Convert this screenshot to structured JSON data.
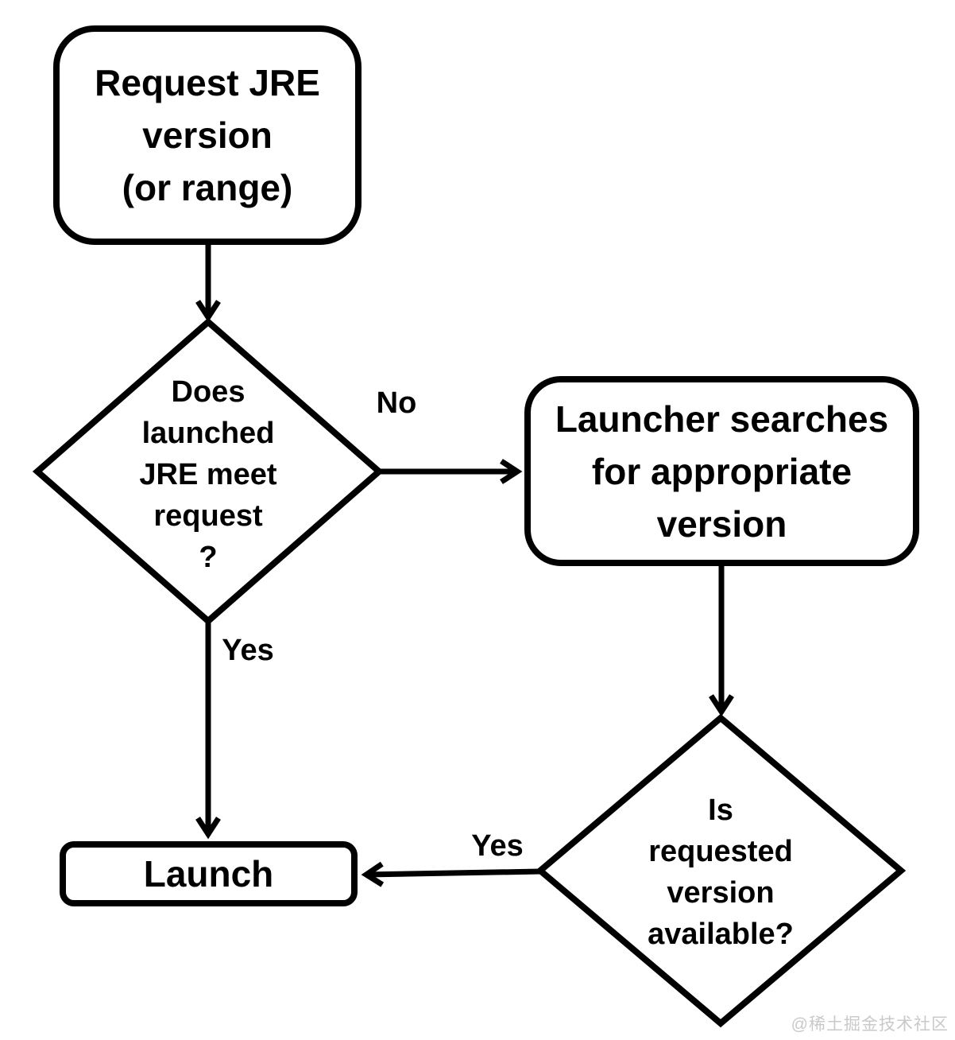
{
  "nodes": {
    "request": {
      "label": "Request JRE\nversion\n(or range)"
    },
    "decision_meet": {
      "label": "Does\nlaunched\nJRE meet\nrequest\n?"
    },
    "search": {
      "label": "Launcher searches\nfor appropriate\nversion"
    },
    "decision_available": {
      "label": "Is\nrequested\nversion\navailable?"
    },
    "launch": {
      "label": "Launch"
    }
  },
  "edges": {
    "no_label": "No",
    "yes_label_meet": "Yes",
    "yes_label_available": "Yes"
  },
  "colors": {
    "line": "#000000",
    "background": "#ffffff",
    "watermark": "#c9c9c9"
  },
  "watermark": "@稀土掘金技术社区"
}
